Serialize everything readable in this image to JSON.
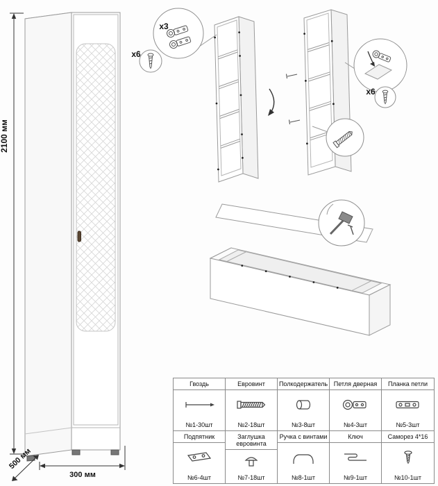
{
  "wardrobe": {
    "height_label": "2100 мм",
    "depth_label": "500 мм",
    "width_label": "300 мм"
  },
  "callouts": {
    "hinge_qty": "x3",
    "screw_qty_left": "x6",
    "screw_qty_right": "x6"
  },
  "colors": {
    "outline": "#9a9a9a",
    "detail": "#b5b5b5",
    "text": "#111111",
    "handle": "#5a4632"
  },
  "parts": [
    {
      "name": "Гвоздь",
      "count": "№1-30шт",
      "icon": "nail-icon"
    },
    {
      "name": "Евровинт",
      "count": "№2-18шт",
      "icon": "eurovint-icon"
    },
    {
      "name": "Полкодержатель",
      "count": "№3-8шт",
      "icon": "shelf-pin-icon"
    },
    {
      "name": "Петля дверная",
      "count": "№4-3шт",
      "icon": "door-hinge-icon"
    },
    {
      "name": "Планка петли",
      "count": "№5-3шт",
      "icon": "hinge-plate-icon"
    },
    {
      "name": "Подпятник",
      "count": "№6-4шт",
      "icon": "foot-glide-icon"
    },
    {
      "name": "Заглушка евровинта",
      "count": "№7-18шт",
      "icon": "screw-cap-icon"
    },
    {
      "name": "Ручка с винтами",
      "count": "№8-1шт",
      "icon": "handle-icon"
    },
    {
      "name": "Ключ",
      "count": "№9-1шт",
      "icon": "hex-key-icon"
    },
    {
      "name": "Саморез 4*16",
      "count": "№10-1шт",
      "icon": "screw-icon"
    }
  ]
}
